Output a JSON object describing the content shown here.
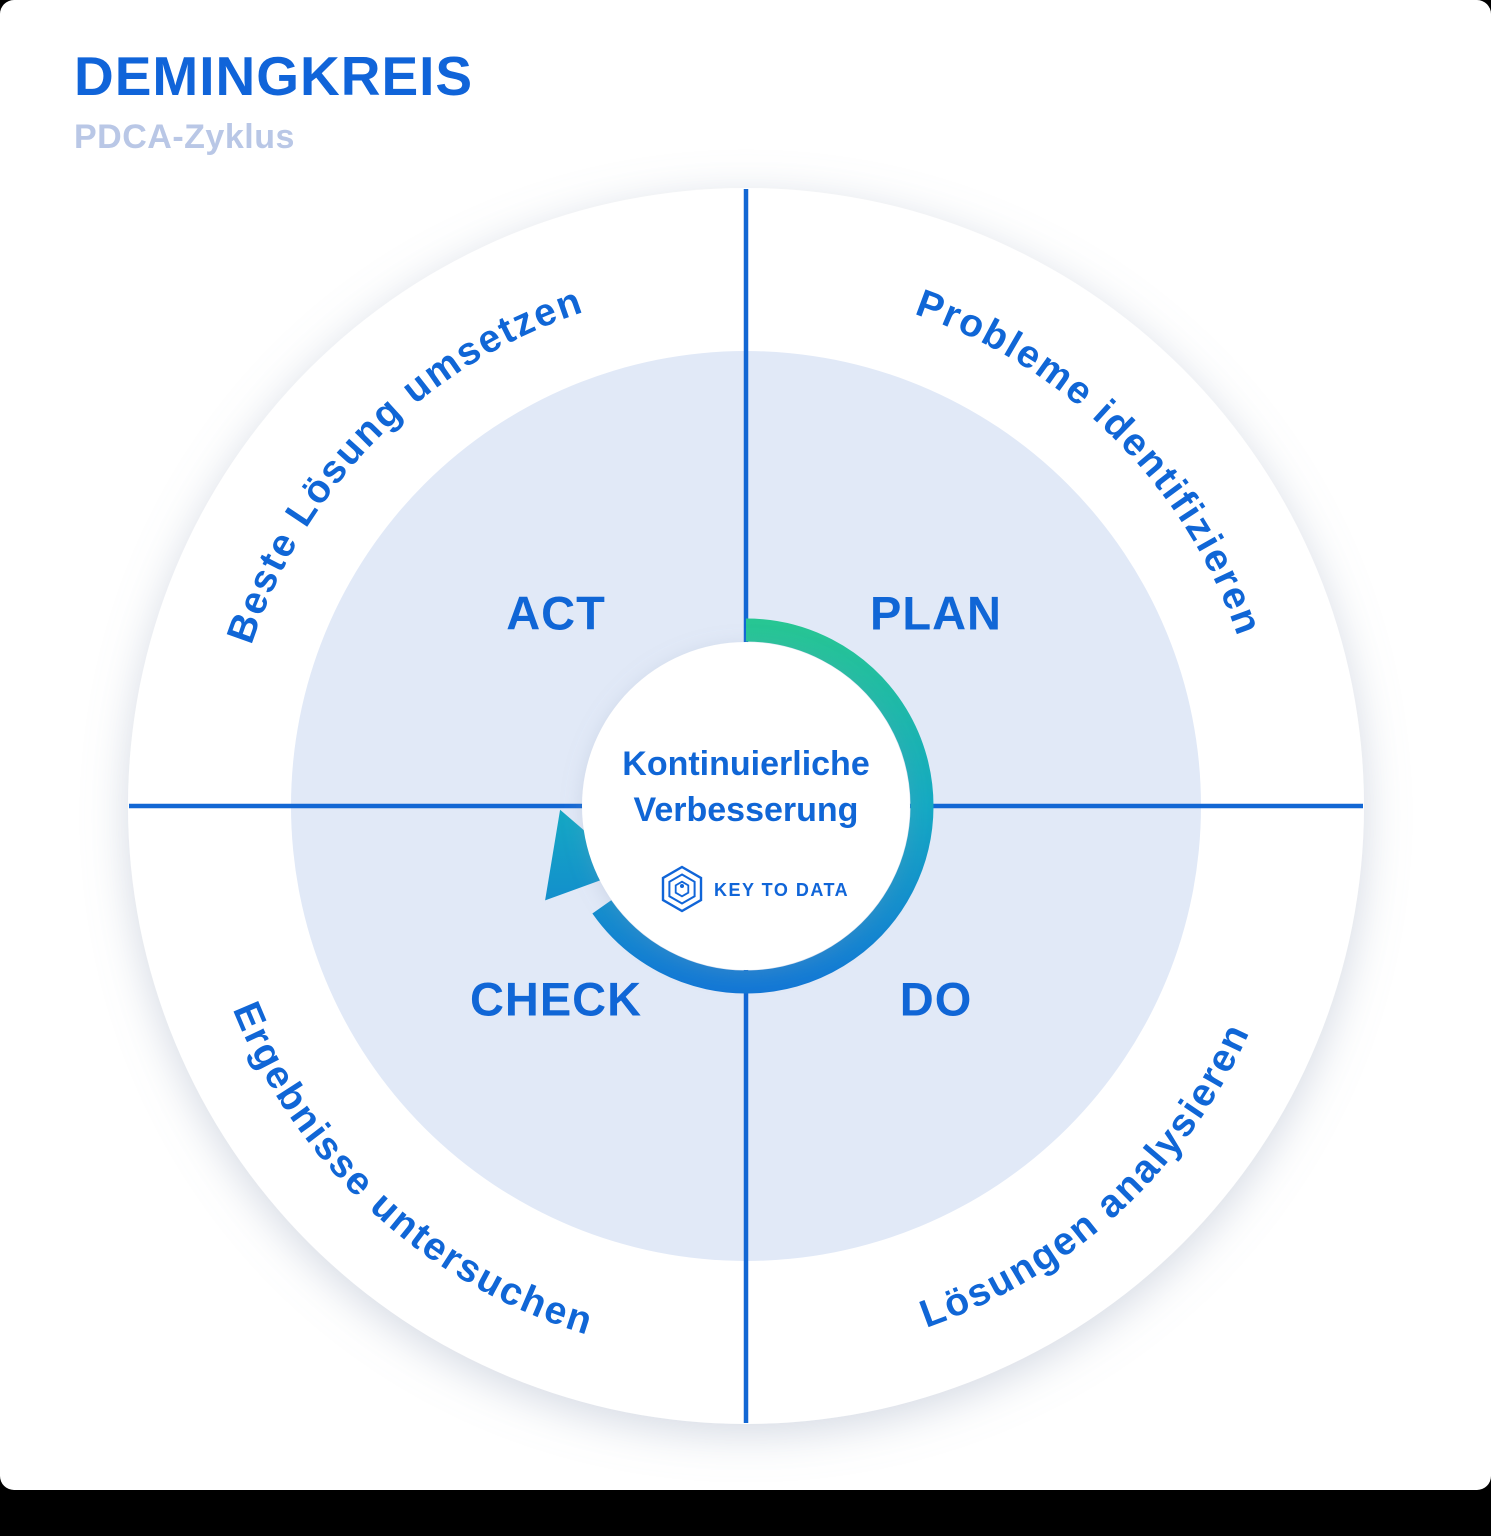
{
  "header": {
    "title": "DEMINGKREIS",
    "subtitle": "PDCA-Zyklus"
  },
  "cycle": {
    "type": "pdca-cycle-diagram",
    "center": {
      "line1": "Kontinuierliche",
      "line2": "Verbesserung"
    },
    "logo_text": "KEY TO DATA",
    "quadrants": [
      {
        "phase": "PLAN",
        "description": "Probleme identifizieren",
        "position": "top-right"
      },
      {
        "phase": "DO",
        "description": "Lösungen analysieren",
        "position": "bottom-right"
      },
      {
        "phase": "CHECK",
        "description": "Ergebnisse untersuchen",
        "position": "bottom-left"
      },
      {
        "phase": "ACT",
        "description": "Beste Lösung umsetzen",
        "position": "top-left"
      }
    ],
    "colors": {
      "accent_blue": "#1066d6",
      "subtitle_muted": "#b9c7e6",
      "inner_circle_fill": "#e1e9f7",
      "axis_line_blue": "#1267d4",
      "arc_green": "#27c693",
      "arc_teal": "#14a9c3",
      "arc_blue": "#1277d5"
    }
  }
}
